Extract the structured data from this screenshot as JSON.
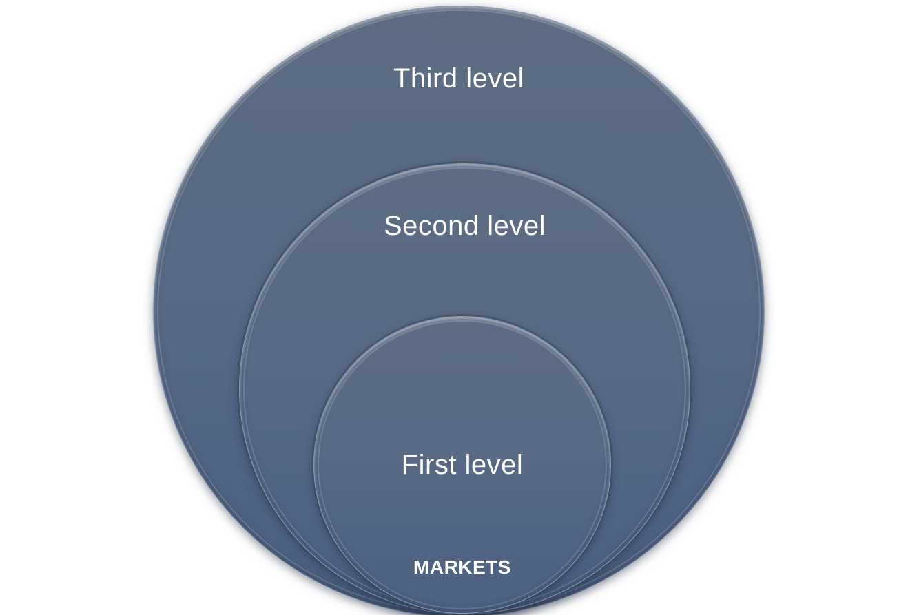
{
  "diagram": {
    "type": "nested-circles",
    "levels": [
      {
        "label": "Third level"
      },
      {
        "label": "Second level"
      },
      {
        "label": "First level"
      }
    ],
    "caption": "MARKETS",
    "colors": {
      "circle_fill_top": "#5e6c82",
      "circle_fill_bottom": "#4d6182",
      "rim": "#8c9aae",
      "text": "#ffffff",
      "background": "#ffffff"
    }
  }
}
